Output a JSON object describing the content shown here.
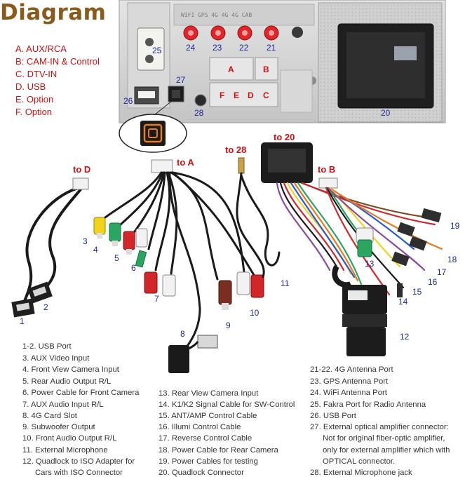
{
  "title": "Diagram",
  "legend": [
    "A. AUX/RCA",
    "B: CAM-IN & Control",
    "C. DTV-IN",
    "D. USB",
    "E. Option",
    "F. Option"
  ],
  "panel": {
    "ports_top": [
      "24",
      "23",
      "22",
      "21"
    ],
    "socket_letters_top": [
      "A",
      "B"
    ],
    "socket_letters_bottom": [
      "F",
      "E",
      "D",
      "C"
    ],
    "labels": {
      "fakra": "25",
      "usb": "26",
      "optical": "27",
      "mic": "28",
      "quadlock": "20"
    },
    "silk_text": "WIFI  GPS 4G  4G  4G  CAB"
  },
  "connection_labels": {
    "to_d": "to D",
    "to_a": "to A",
    "to_28": "to 28",
    "to_20": "to 20",
    "to_b": "to B"
  },
  "cable_numbers": [
    "1",
    "2",
    "3",
    "4",
    "5",
    "6",
    "7",
    "8",
    "9",
    "10",
    "11",
    "12",
    "13",
    "14",
    "15",
    "16",
    "17",
    "18",
    "19"
  ],
  "colors": {
    "title": "#8a5a1c",
    "legend": "#d01010",
    "numbers": "#1a2a9a",
    "antenna": "#e0262a"
  },
  "descriptions_col1": [
    "1-2. USB Port",
    "3. AUX Video Input",
    "4. Front View Camera Input",
    "5. Rear Audio Output R/L",
    "6. Power Cable for Front Camera",
    "7. AUX Audio Input R/L",
    "8. 4G Card Slot",
    "9. Subwoofer Output",
    "10. Front Audio Output R/L",
    "11. External Microphone",
    "12. Quadlock to ISO Adapter for",
    "Cars with ISO Connector"
  ],
  "descriptions_col2": [
    "13. Rear View Camera Input",
    "14. K1/K2 Signal Cable for SW-Control",
    "15. ANT/AMP Control Cable",
    "16. Illumi Control Cable",
    "17. Reverse Control Cable",
    "18. Power Cable for Rear Camera",
    "19. Power Cables for testing",
    "20. Quadlock Connector"
  ],
  "descriptions_col3": [
    "21-22. 4G Antenna Port",
    "23. GPS Antenna Port",
    "24. WiFi Antenna Port",
    "25. Fakra Port for Radio Antenna",
    "26. USB Port",
    "27. External optical amplifier connector:",
    "Not for original fiber-optic amplifier,",
    "only for external amplifier which with",
    "OPTICAL connector.",
    "28. External Microphone jack"
  ]
}
